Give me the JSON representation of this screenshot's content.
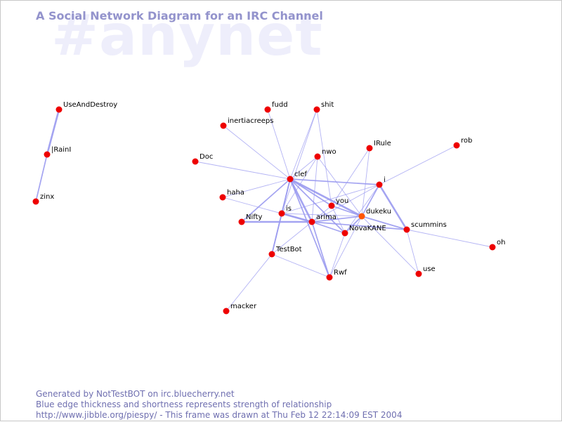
{
  "watermark": "#anynet",
  "title": "A Social Network Diagram for an IRC Channel",
  "footer": {
    "line1": "Generated by NotTestBOT on irc.bluecherry.net",
    "line2": "Blue edge thickness and shortness represents strength of relationship",
    "line3": "http://www.jibble.org/piespy/ - This frame was drawn at Thu Feb 12 22:14:09 EST 2004"
  },
  "colors": {
    "node": "#ee0000",
    "highlight_node": "#ff5500",
    "edge": "#9a9af0",
    "title": "#9393cc",
    "footer": "#6f6fb0",
    "watermark": "#eeeefb"
  },
  "nodes": [
    {
      "id": "UseAndDestroy",
      "label": "UseAndDestroy"
    },
    {
      "id": "IRainI",
      "label": "|RainI"
    },
    {
      "id": "zinx",
      "label": "zinx"
    },
    {
      "id": "fudd",
      "label": "fudd"
    },
    {
      "id": "shit",
      "label": "shit"
    },
    {
      "id": "inertiacreeps",
      "label": "inertiacreeps"
    },
    {
      "id": "IRule",
      "label": "IRule"
    },
    {
      "id": "rob",
      "label": "rob"
    },
    {
      "id": "nwo",
      "label": "nwo"
    },
    {
      "id": "Doc",
      "label": "Doc"
    },
    {
      "id": "clef",
      "label": "clef"
    },
    {
      "id": "i",
      "label": "i"
    },
    {
      "id": "haha",
      "label": "haha"
    },
    {
      "id": "you",
      "label": "you"
    },
    {
      "id": "is",
      "label": "is"
    },
    {
      "id": "Nifty",
      "label": "Nifty"
    },
    {
      "id": "arima",
      "label": "arima"
    },
    {
      "id": "dukeku",
      "label": "dukeku",
      "highlight": true
    },
    {
      "id": "scummins",
      "label": "scummins"
    },
    {
      "id": "NovaKANE",
      "label": "NovaKANE"
    },
    {
      "id": "oh",
      "label": "oh"
    },
    {
      "id": "TestBot",
      "label": "TestBot"
    },
    {
      "id": "use",
      "label": "use"
    },
    {
      "id": "Rwf",
      "label": "Rwf"
    },
    {
      "id": "macker",
      "label": "macker"
    }
  ],
  "edges": [
    {
      "a": "UseAndDestroy",
      "b": "IRainI",
      "w": 3
    },
    {
      "a": "IRainI",
      "b": "zinx",
      "w": 2
    },
    {
      "a": "clef",
      "b": "fudd",
      "w": 1
    },
    {
      "a": "clef",
      "b": "shit",
      "w": 1
    },
    {
      "a": "clef",
      "b": "inertiacreeps",
      "w": 1
    },
    {
      "a": "clef",
      "b": "Doc",
      "w": 1
    },
    {
      "a": "clef",
      "b": "nwo",
      "w": 1
    },
    {
      "a": "clef",
      "b": "haha",
      "w": 1
    },
    {
      "a": "clef",
      "b": "Nifty",
      "w": 2
    },
    {
      "a": "clef",
      "b": "is",
      "w": 2
    },
    {
      "a": "clef",
      "b": "arima",
      "w": 3
    },
    {
      "a": "clef",
      "b": "you",
      "w": 2
    },
    {
      "a": "clef",
      "b": "dukeku",
      "w": 3
    },
    {
      "a": "clef",
      "b": "i",
      "w": 2
    },
    {
      "a": "clef",
      "b": "NovaKANE",
      "w": 2
    },
    {
      "a": "clef",
      "b": "TestBot",
      "w": 2
    },
    {
      "a": "clef",
      "b": "Rwf",
      "w": 2
    },
    {
      "a": "shit",
      "b": "you",
      "w": 1
    },
    {
      "a": "shit",
      "b": "is",
      "w": 1
    },
    {
      "a": "nwo",
      "b": "arima",
      "w": 1
    },
    {
      "a": "nwo",
      "b": "dukeku",
      "w": 1
    },
    {
      "a": "nwo",
      "b": "is",
      "w": 1
    },
    {
      "a": "IRule",
      "b": "dukeku",
      "w": 1
    },
    {
      "a": "IRule",
      "b": "you",
      "w": 1
    },
    {
      "a": "rob",
      "b": "i",
      "w": 1
    },
    {
      "a": "i",
      "b": "dukeku",
      "w": 2
    },
    {
      "a": "i",
      "b": "scummins",
      "w": 3
    },
    {
      "a": "i",
      "b": "arima",
      "w": 1
    },
    {
      "a": "i",
      "b": "is",
      "w": 1
    },
    {
      "a": "i",
      "b": "NovaKANE",
      "w": 1
    },
    {
      "a": "haha",
      "b": "arima",
      "w": 1
    },
    {
      "a": "is",
      "b": "arima",
      "w": 3
    },
    {
      "a": "is",
      "b": "dukeku",
      "w": 1
    },
    {
      "a": "is",
      "b": "TestBot",
      "w": 2
    },
    {
      "a": "Nifty",
      "b": "arima",
      "w": 3
    },
    {
      "a": "arima",
      "b": "dukeku",
      "w": 2
    },
    {
      "a": "arima",
      "b": "NovaKANE",
      "w": 2
    },
    {
      "a": "arima",
      "b": "scummins",
      "w": 2
    },
    {
      "a": "arima",
      "b": "Rwf",
      "w": 2
    },
    {
      "a": "arima",
      "b": "TestBot",
      "w": 1
    },
    {
      "a": "arima",
      "b": "you",
      "w": 1
    },
    {
      "a": "you",
      "b": "dukeku",
      "w": 2
    },
    {
      "a": "you",
      "b": "NovaKANE",
      "w": 1
    },
    {
      "a": "dukeku",
      "b": "NovaKANE",
      "w": 2
    },
    {
      "a": "dukeku",
      "b": "scummins",
      "w": 2
    },
    {
      "a": "dukeku",
      "b": "Rwf",
      "w": 1
    },
    {
      "a": "dukeku",
      "b": "use",
      "w": 1
    },
    {
      "a": "scummins",
      "b": "oh",
      "w": 1
    },
    {
      "a": "scummins",
      "b": "use",
      "w": 1
    },
    {
      "a": "TestBot",
      "b": "macker",
      "w": 1
    },
    {
      "a": "TestBot",
      "b": "Rwf",
      "w": 1
    },
    {
      "a": "NovaKANE",
      "b": "Rwf",
      "w": 1
    }
  ]
}
